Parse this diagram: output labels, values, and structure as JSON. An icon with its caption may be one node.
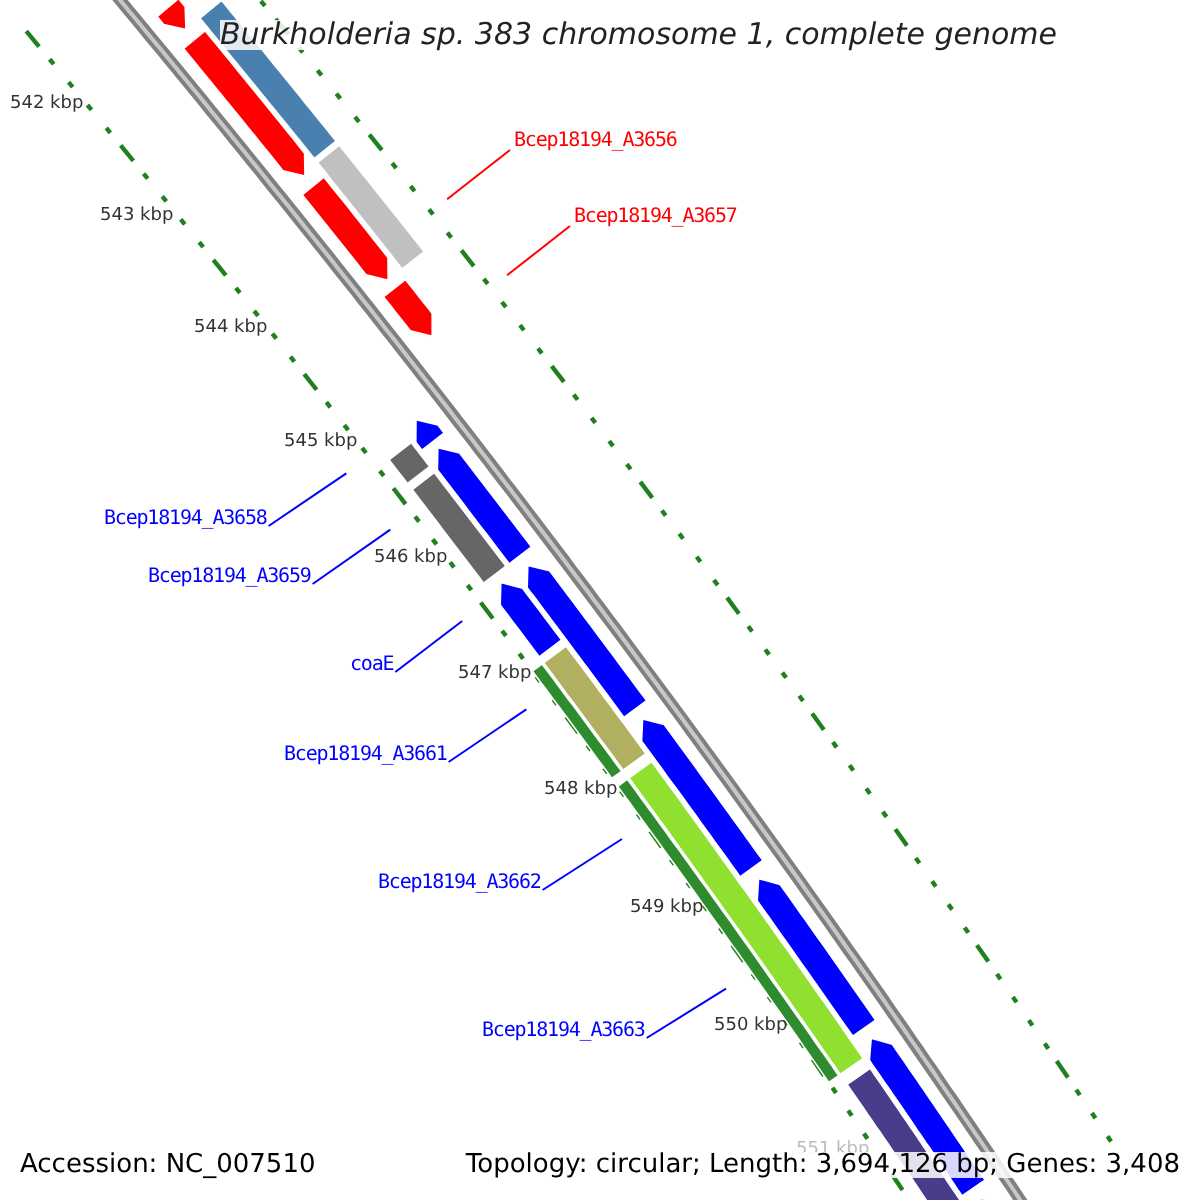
{
  "diagram": {
    "title": "Burkholderia sp. 383 chromosome 1, complete genome",
    "nodes": [
      {
        "text": [
          "Bcep18194_A3656"
        ]
      },
      {
        "text": [
          "Bcep18194_A3657"
        ]
      },
      {
        "text": [
          "Bcep18194_A3658"
        ]
      },
      {
        "text": [
          "Bcep18194_A3659"
        ]
      },
      {
        "text": [
          "coaE"
        ]
      },
      {
        "text": [
          "Bcep18194_A3661"
        ]
      },
      {
        "text": [
          "Bcep18194_A3662"
        ]
      },
      {
        "text": [
          "Bcep18194_A3663"
        ]
      }
    ],
    "edges": [
      {
        "from": 0,
        "to": null,
        "arrow": "none",
        "color": "#ff0000"
      },
      {
        "from": 1,
        "to": null,
        "arrow": "none",
        "color": "#ff0000"
      },
      {
        "from": 2,
        "to": null,
        "arrow": "none"
      },
      {
        "from": 3,
        "to": null,
        "arrow": "none"
      },
      {
        "from": 4,
        "to": null,
        "arrow": "none"
      },
      {
        "from": 5,
        "to": null,
        "arrow": "none"
      },
      {
        "from": 6,
        "to": null,
        "arrow": "none"
      },
      {
        "from": 7,
        "to": null,
        "arrow": "none"
      }
    ],
    "labels": [
      "542 kbp",
      "543 kbp",
      "544 kbp",
      "545 kbp",
      "546 kbp",
      "547 kbp",
      "548 kbp",
      "549 kbp",
      "550 kbp",
      "551 kbp",
      "Accession: NC_007510",
      "Topology: circular; Length: 3,694,126 bp; Genes: 3,408"
    ]
  }
}
